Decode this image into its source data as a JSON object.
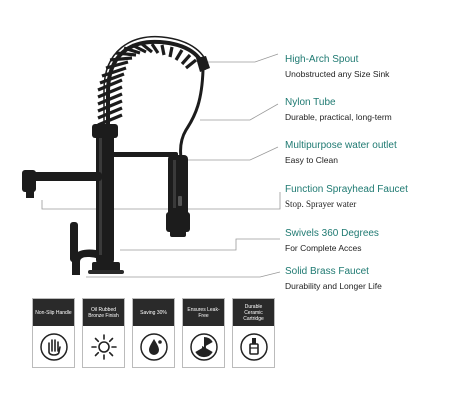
{
  "features": [
    {
      "title": "High-Arch Spout",
      "desc": "Unobstructed any Size Sink"
    },
    {
      "title": "Nylon Tube",
      "desc": "Durable, practical, long-term"
    },
    {
      "title": "Multipurpose water outlet",
      "desc": "Easy to Clean"
    },
    {
      "title": "Function Sprayhead Faucet",
      "desc": "Stop. Sprayer water"
    },
    {
      "title": "Swivels 360 Degrees",
      "desc": "For Complete Acces"
    },
    {
      "title": "Solid Brass Faucet",
      "desc": "Durability and Longer Life"
    }
  ],
  "badges": [
    {
      "label": "Non-Slip Handle",
      "icon": "hand-icon"
    },
    {
      "label": "Oil Rubbed Bronze Finish",
      "icon": "sun-icon"
    },
    {
      "label": "Saving 30%",
      "icon": "water-drops-icon"
    },
    {
      "label": "Ensures Leak-Free",
      "icon": "radiation-icon"
    },
    {
      "label": "Durable Ceramic Cartridge",
      "icon": "cartridge-icon"
    }
  ],
  "colors": {
    "title": "#1f7a72",
    "line": "#9a9a9a",
    "faucet": "#1c1c1c",
    "badge_header": "#2a2a2a"
  }
}
